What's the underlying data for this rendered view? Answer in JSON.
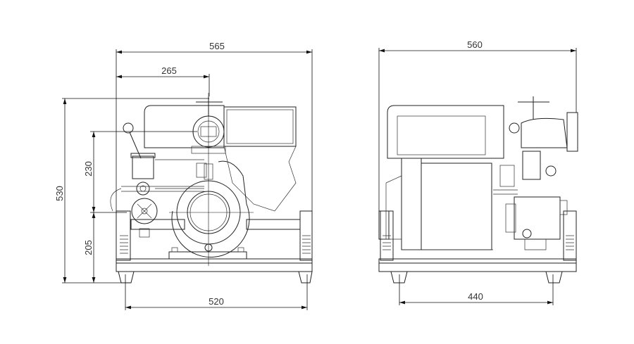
{
  "drawing": {
    "front_view": {
      "overall_width": "565",
      "shaft_offset": "265",
      "overall_height": "530",
      "upper_height": "230",
      "lower_height": "205",
      "frame_width": "520"
    },
    "side_view": {
      "overall_depth": "560",
      "frame_depth": "440"
    }
  }
}
